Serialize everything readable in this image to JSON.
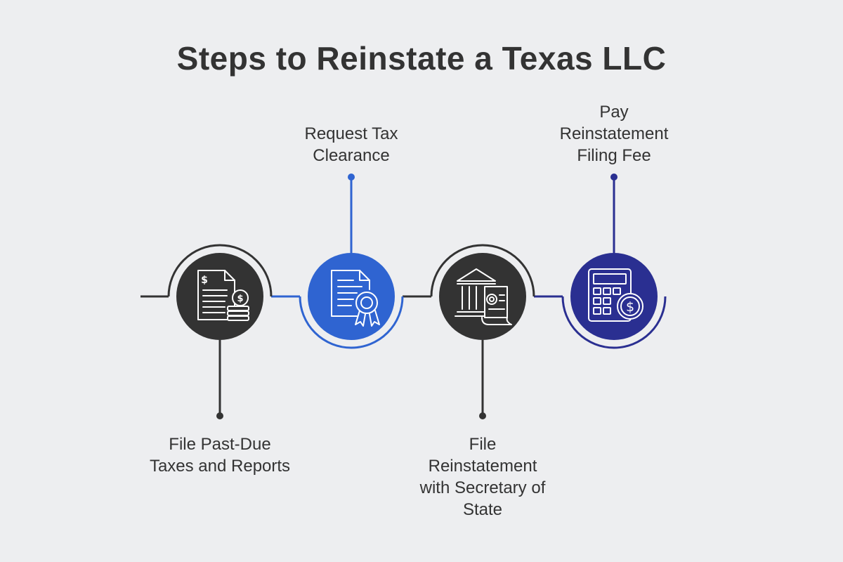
{
  "title": "Steps to Reinstate a Texas LLC",
  "colors": {
    "background": "#edeef0",
    "dark": "#333333",
    "blue": "#2f64d1",
    "navy": "#2a2f91",
    "text": "#333333"
  },
  "steps": [
    {
      "label": "File Past-Due\nTaxes and Reports",
      "icon": "tax-document-coins-icon",
      "color": "dark"
    },
    {
      "label": "Request Tax\nClearance",
      "icon": "certificate-document-icon",
      "color": "blue"
    },
    {
      "label": "File\nReinstatement\nwith Secretary of\nState",
      "icon": "government-building-document-icon",
      "color": "dark"
    },
    {
      "label": "Pay\nReinstatement\nFiling Fee",
      "icon": "calculator-dollar-icon",
      "color": "navy"
    }
  ]
}
